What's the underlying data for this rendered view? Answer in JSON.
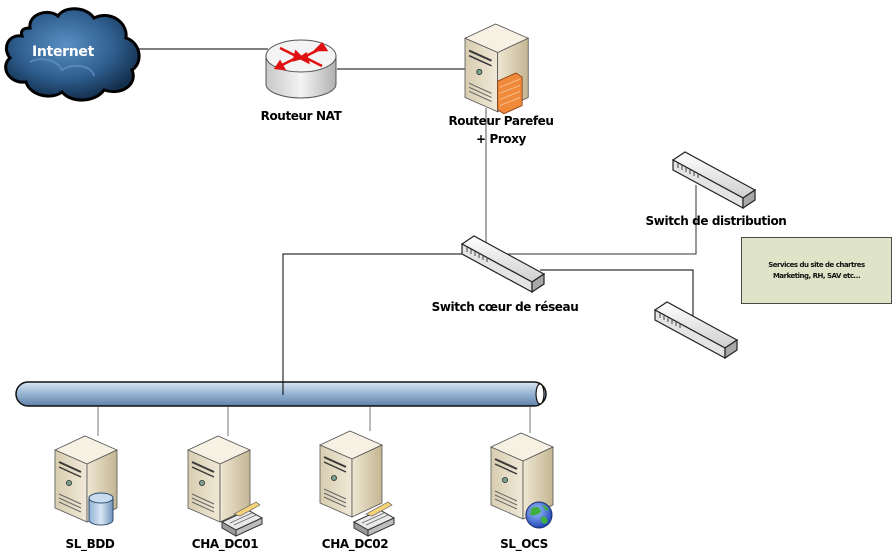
{
  "diagram": {
    "nodes": {
      "internet": {
        "label": "Internet",
        "icon": "cloud-icon"
      },
      "router_nat": {
        "label": "Routeur NAT",
        "icon": "router-icon"
      },
      "firewall": {
        "label_line1": "Routeur Parefeu",
        "label_line2": "+ Proxy",
        "icon": "firewall-server-icon"
      },
      "switch_distribution": {
        "label": "Switch de distribution",
        "icon": "switch-icon"
      },
      "switch_core": {
        "label": "Switch cœur de réseau",
        "icon": "switch-icon"
      },
      "switch_unlabeled": {
        "icon": "switch-icon"
      },
      "servers": [
        {
          "label": "SL_BDD",
          "icon": "database-server-icon"
        },
        {
          "label": "CHA_DC01",
          "icon": "directory-server-icon"
        },
        {
          "label": "CHA_DC02",
          "icon": "directory-server-icon"
        },
        {
          "label": "SL_OCS",
          "icon": "web-server-icon"
        }
      ]
    },
    "note": {
      "line1": "Services du site de chartres",
      "line2": "Marketing, RH, SAV etc…"
    },
    "bus": {
      "icon": "ethernet-bus-icon"
    },
    "colors": {
      "cloud": "#2f5f8f",
      "bus": "#9bb8d6",
      "router_arrows": "#e01010",
      "server_body": "#e6dcc3",
      "firewall_bricks": "#f08a3a",
      "note_bg": "#dfe3c8"
    }
  }
}
